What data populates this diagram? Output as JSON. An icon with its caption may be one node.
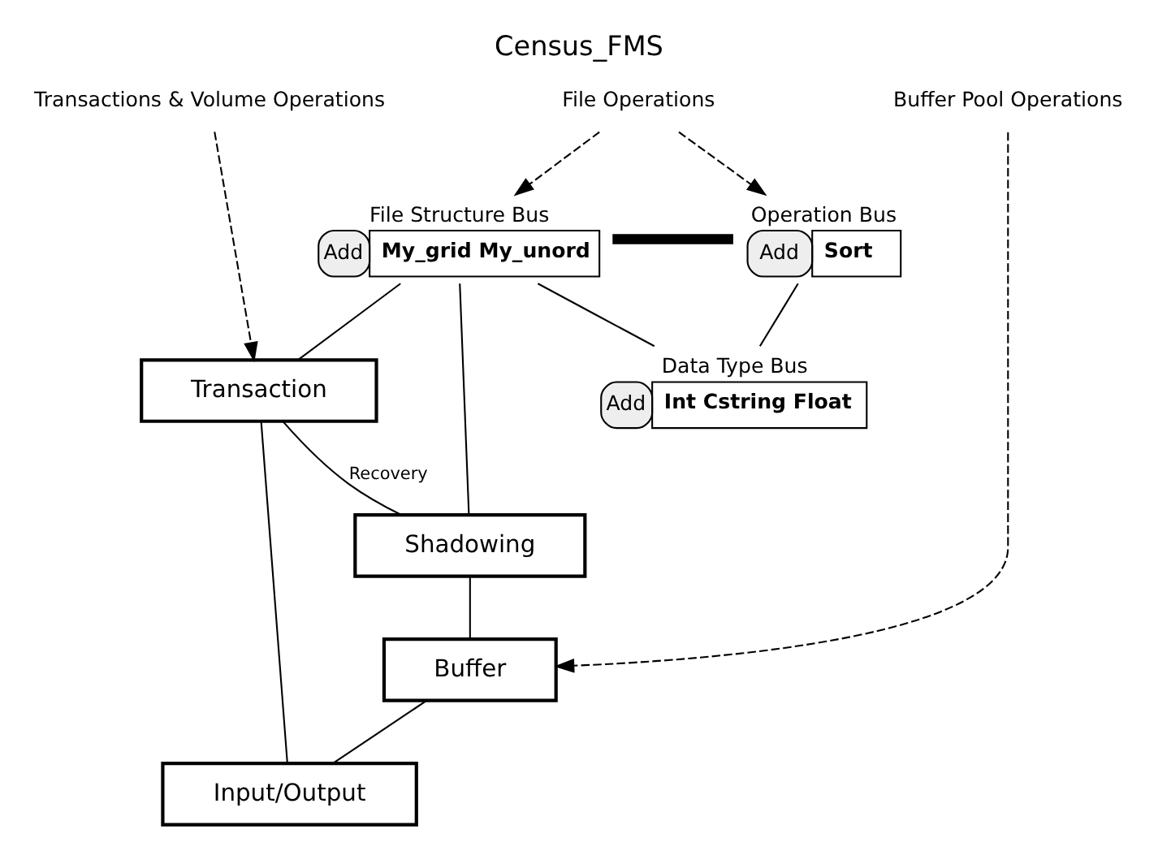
{
  "diagram": {
    "title": "Census_FMS",
    "nodes": [
      {
        "text": [
          "Transactions & Volume Operations"
        ]
      },
      {
        "text": [
          "File Operations"
        ]
      },
      {
        "text": [
          "Buffer Pool Operations"
        ]
      },
      {
        "text": [
          "File Structure Bus",
          "Add",
          "My_grid My_unord"
        ]
      },
      {
        "text": [
          "Operation Bus",
          "Add",
          "Sort"
        ]
      },
      {
        "text": [
          "Data Type Bus",
          "Add",
          "Int Cstring Float"
        ]
      },
      {
        "text": [
          "Transaction"
        ]
      },
      {
        "text": [
          "Shadowing"
        ]
      },
      {
        "text": [
          "Buffer"
        ]
      },
      {
        "text": [
          "Input/Output"
        ]
      }
    ],
    "edges": [
      {
        "from": 0,
        "to": 6,
        "arrow": "to",
        "style": "dashed"
      },
      {
        "from": 1,
        "to": 3,
        "arrow": "to",
        "style": "dashed"
      },
      {
        "from": 1,
        "to": 4,
        "arrow": "to",
        "style": "dashed"
      },
      {
        "from": 2,
        "to": 8,
        "arrow": "to",
        "style": "dashed"
      },
      {
        "from": 3,
        "to": 4,
        "arrow": "none",
        "style": "thick"
      },
      {
        "from": 3,
        "to": 6,
        "arrow": "none"
      },
      {
        "from": 3,
        "to": 7,
        "arrow": "none"
      },
      {
        "from": 3,
        "to": 5,
        "arrow": "none"
      },
      {
        "from": 4,
        "to": 5,
        "arrow": "none"
      },
      {
        "from": 6,
        "to": 7,
        "arrow": "none",
        "label": "Recovery"
      },
      {
        "from": 6,
        "to": 9,
        "arrow": "none"
      },
      {
        "from": 7,
        "to": 8,
        "arrow": "none"
      },
      {
        "from": 8,
        "to": 9,
        "arrow": "none"
      }
    ]
  }
}
